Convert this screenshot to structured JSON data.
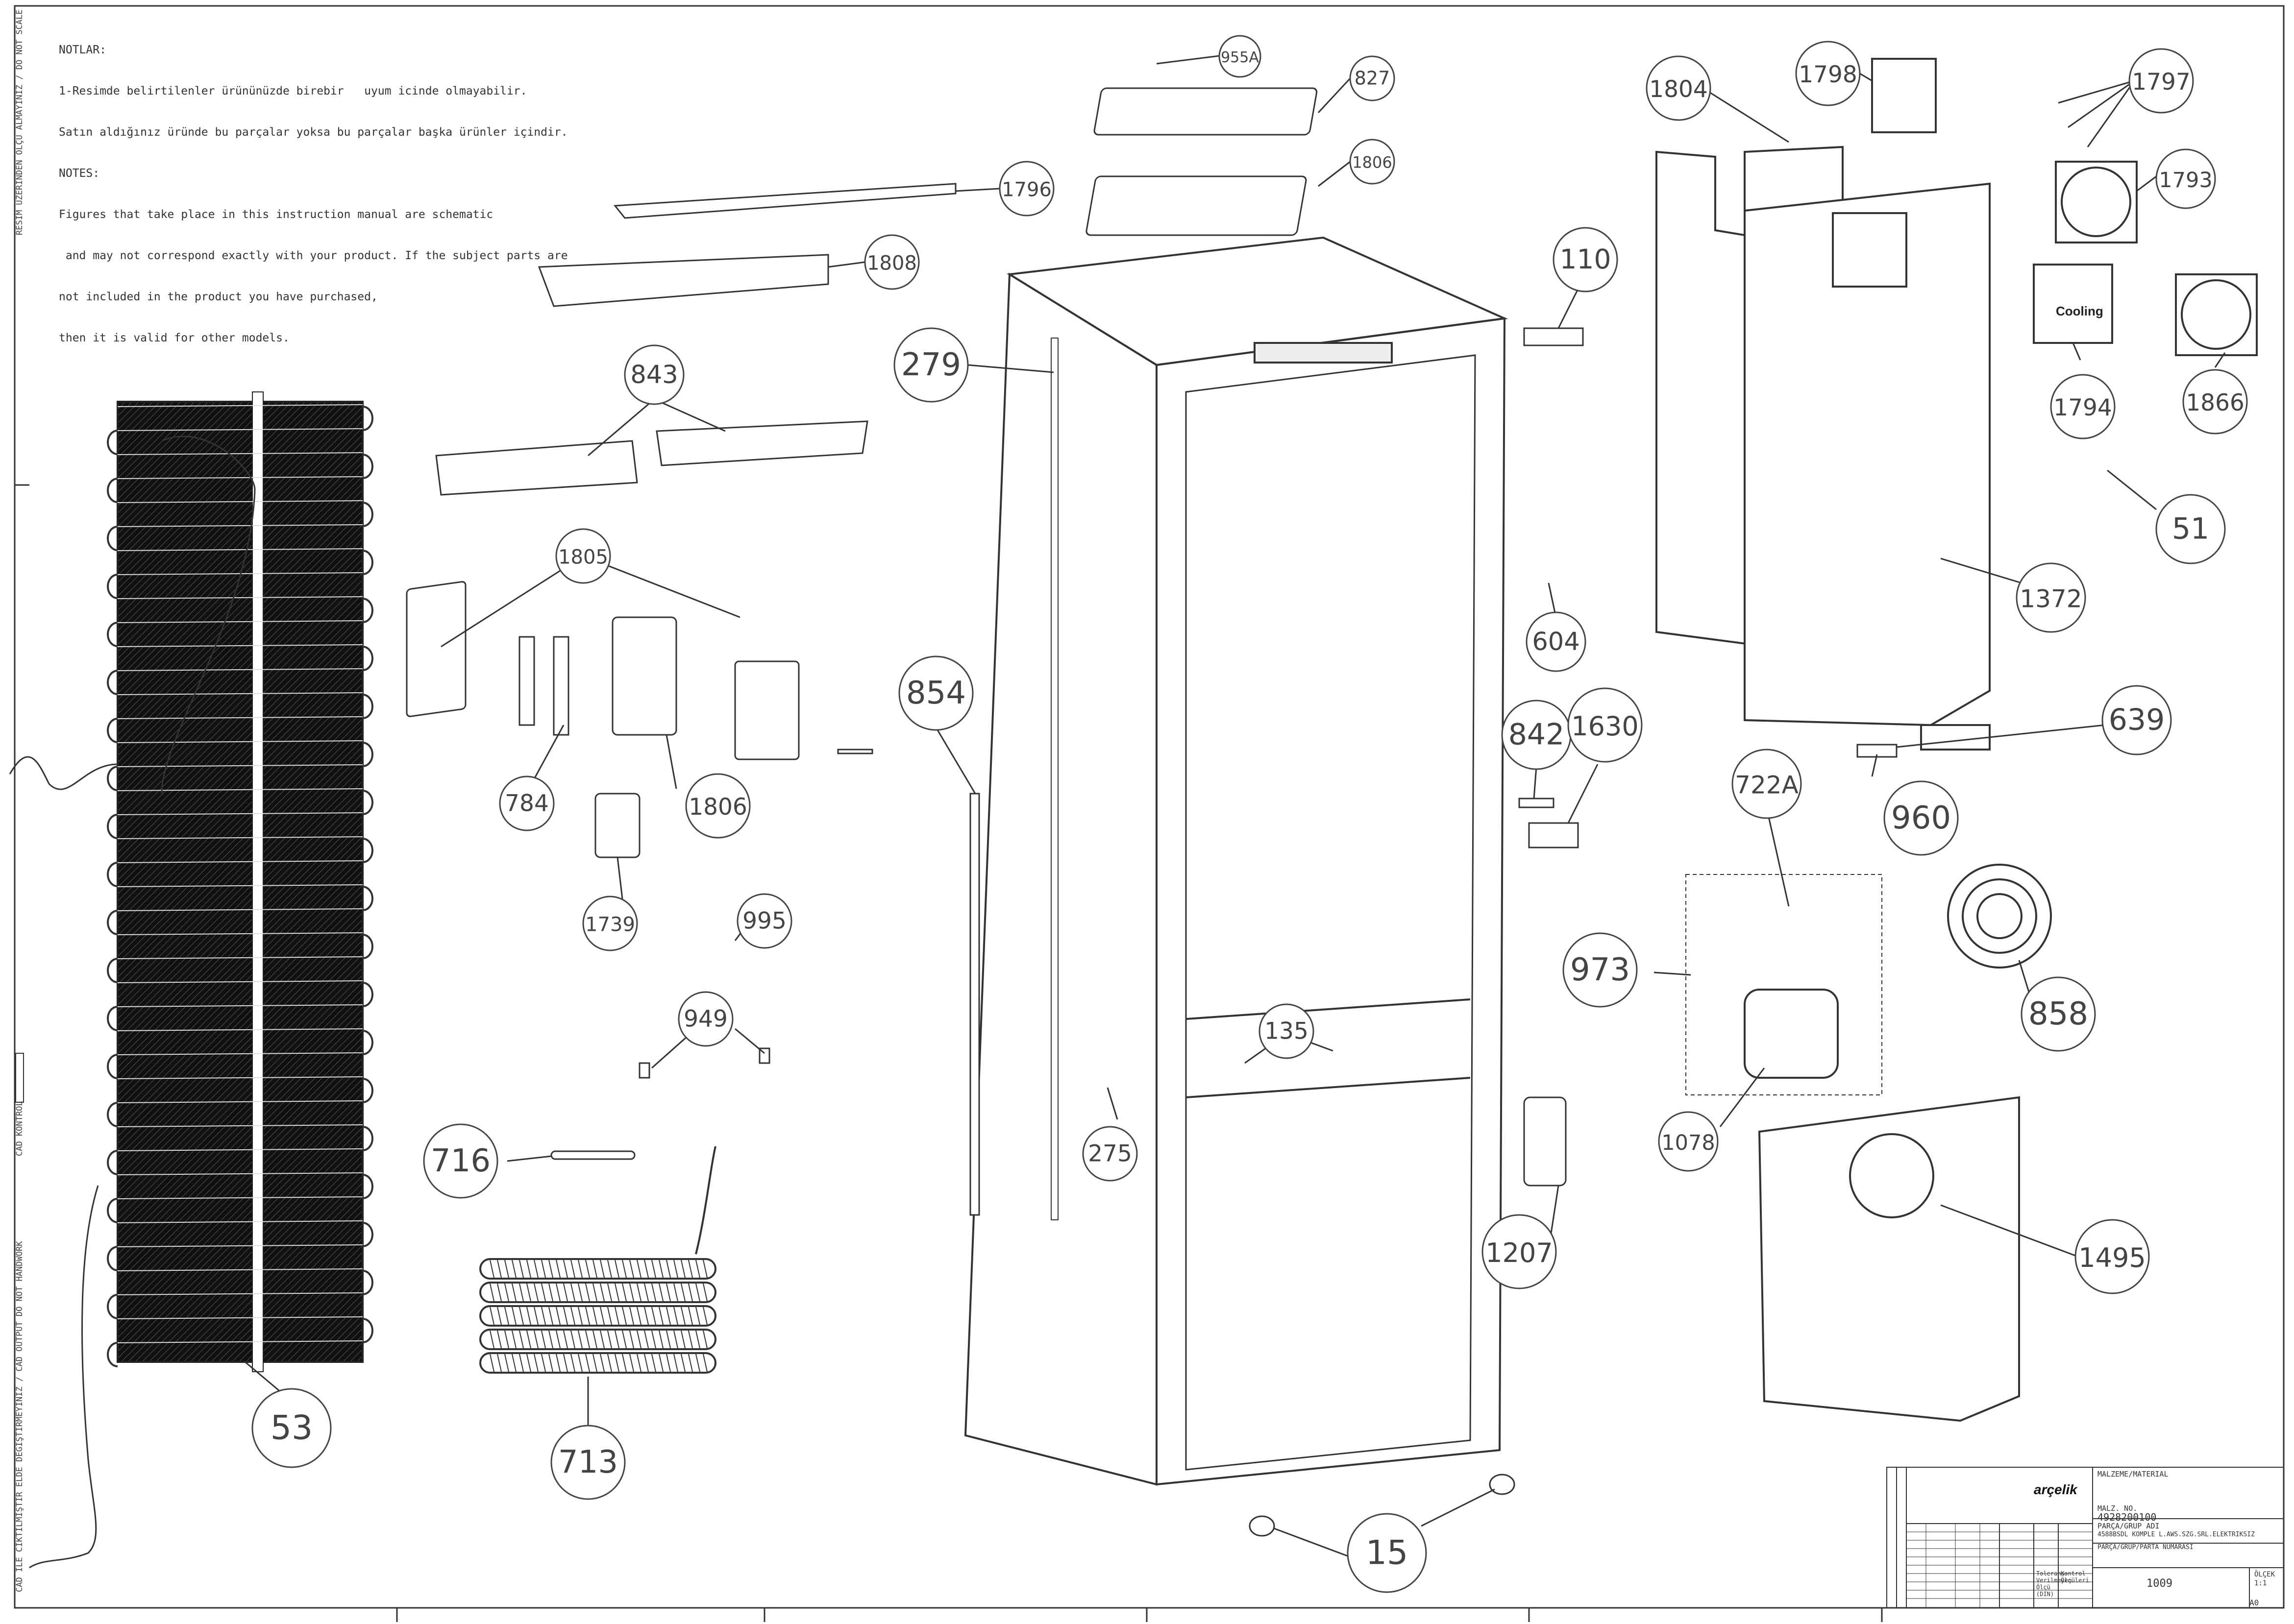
{
  "notes": {
    "lines": [
      "NOTLAR:",
      "1-Resimde belirtilenler ürününüzde birebir   uyum icinde olmayabilir.",
      "Satın aldığınız üründe bu parçalar yoksa bu parçalar başka ürünler içindir.",
      "NOTES:",
      "Figures that take place in this instruction manual are schematic",
      " and may not correspond exactly with your product. If the subject parts are",
      "not included in the product you have purchased,",
      "then it is valid for other models."
    ]
  },
  "side_texts": [
    "RESİM ÜZERİNDEN ÖLÇÜ ALMAYINIZ / DO NOT SCALE",
    "CAD KONTROL",
    "CAD ILE CIKTILMIŞTIR ELDE DEĞİŞTİRMEYİNİZ / CAD OUTPUT DO NOT HANDWORK"
  ],
  "part_labels": [
    {
      "id": "955A",
      "text": "955A"
    },
    {
      "id": "827",
      "text": "827"
    },
    {
      "id": "1806a",
      "text": "1806"
    },
    {
      "id": "1796",
      "text": "1796"
    },
    {
      "id": "1808",
      "text": "1808"
    },
    {
      "id": "843",
      "text": "843"
    },
    {
      "id": "279",
      "text": "279"
    },
    {
      "id": "110",
      "text": "110"
    },
    {
      "id": "1804",
      "text": "1804"
    },
    {
      "id": "1798",
      "text": "1798"
    },
    {
      "id": "1797",
      "text": "1797"
    },
    {
      "id": "1793",
      "text": "1793"
    },
    {
      "id": "1794",
      "text": "1794"
    },
    {
      "id": "1866",
      "text": "1866"
    },
    {
      "id": "51",
      "text": "51"
    },
    {
      "id": "1372",
      "text": "1372"
    },
    {
      "id": "1805",
      "text": "1805"
    },
    {
      "id": "784",
      "text": "784"
    },
    {
      "id": "1806b",
      "text": "1806"
    },
    {
      "id": "1739",
      "text": "1739"
    },
    {
      "id": "995",
      "text": "995"
    },
    {
      "id": "949",
      "text": "949"
    },
    {
      "id": "854",
      "text": "854"
    },
    {
      "id": "604",
      "text": "604"
    },
    {
      "id": "842",
      "text": "842"
    },
    {
      "id": "1630",
      "text": "1630"
    },
    {
      "id": "722A",
      "text": "722A"
    },
    {
      "id": "960",
      "text": "960"
    },
    {
      "id": "639",
      "text": "639"
    },
    {
      "id": "973",
      "text": "973"
    },
    {
      "id": "858",
      "text": "858"
    },
    {
      "id": "1078",
      "text": "1078"
    },
    {
      "id": "135",
      "text": "135"
    },
    {
      "id": "275",
      "text": "275"
    },
    {
      "id": "716",
      "text": "716"
    },
    {
      "id": "1207",
      "text": "1207"
    },
    {
      "id": "1495",
      "text": "1495"
    },
    {
      "id": "713",
      "text": "713"
    },
    {
      "id": "53",
      "text": "53"
    },
    {
      "id": "15",
      "text": "15"
    }
  ],
  "cooling_label": "Cooling",
  "brand": "arçelik",
  "title_block": {
    "material_label": "MALZEME/MATERIAL",
    "part_no_label": "MALZ. NO.",
    "part_no": "4928200100",
    "part_name_label": "PARÇA/GRUP ADI",
    "part_name": "4588BSDL KOMPLE L.AWS.SZG.SRL.ELEKTRIKSIZ",
    "group_no_label": "PARÇA/GRUP/PARTA NUMARASI",
    "sheet_label": "ÖLÇEK",
    "sheet_value": "1:1",
    "number": "1009",
    "tolerance": "Tolerans- Verilmeyen Ölçü (DIN)",
    "control": "Kontrol Ölçüleri",
    "sheet_size": "A0"
  }
}
